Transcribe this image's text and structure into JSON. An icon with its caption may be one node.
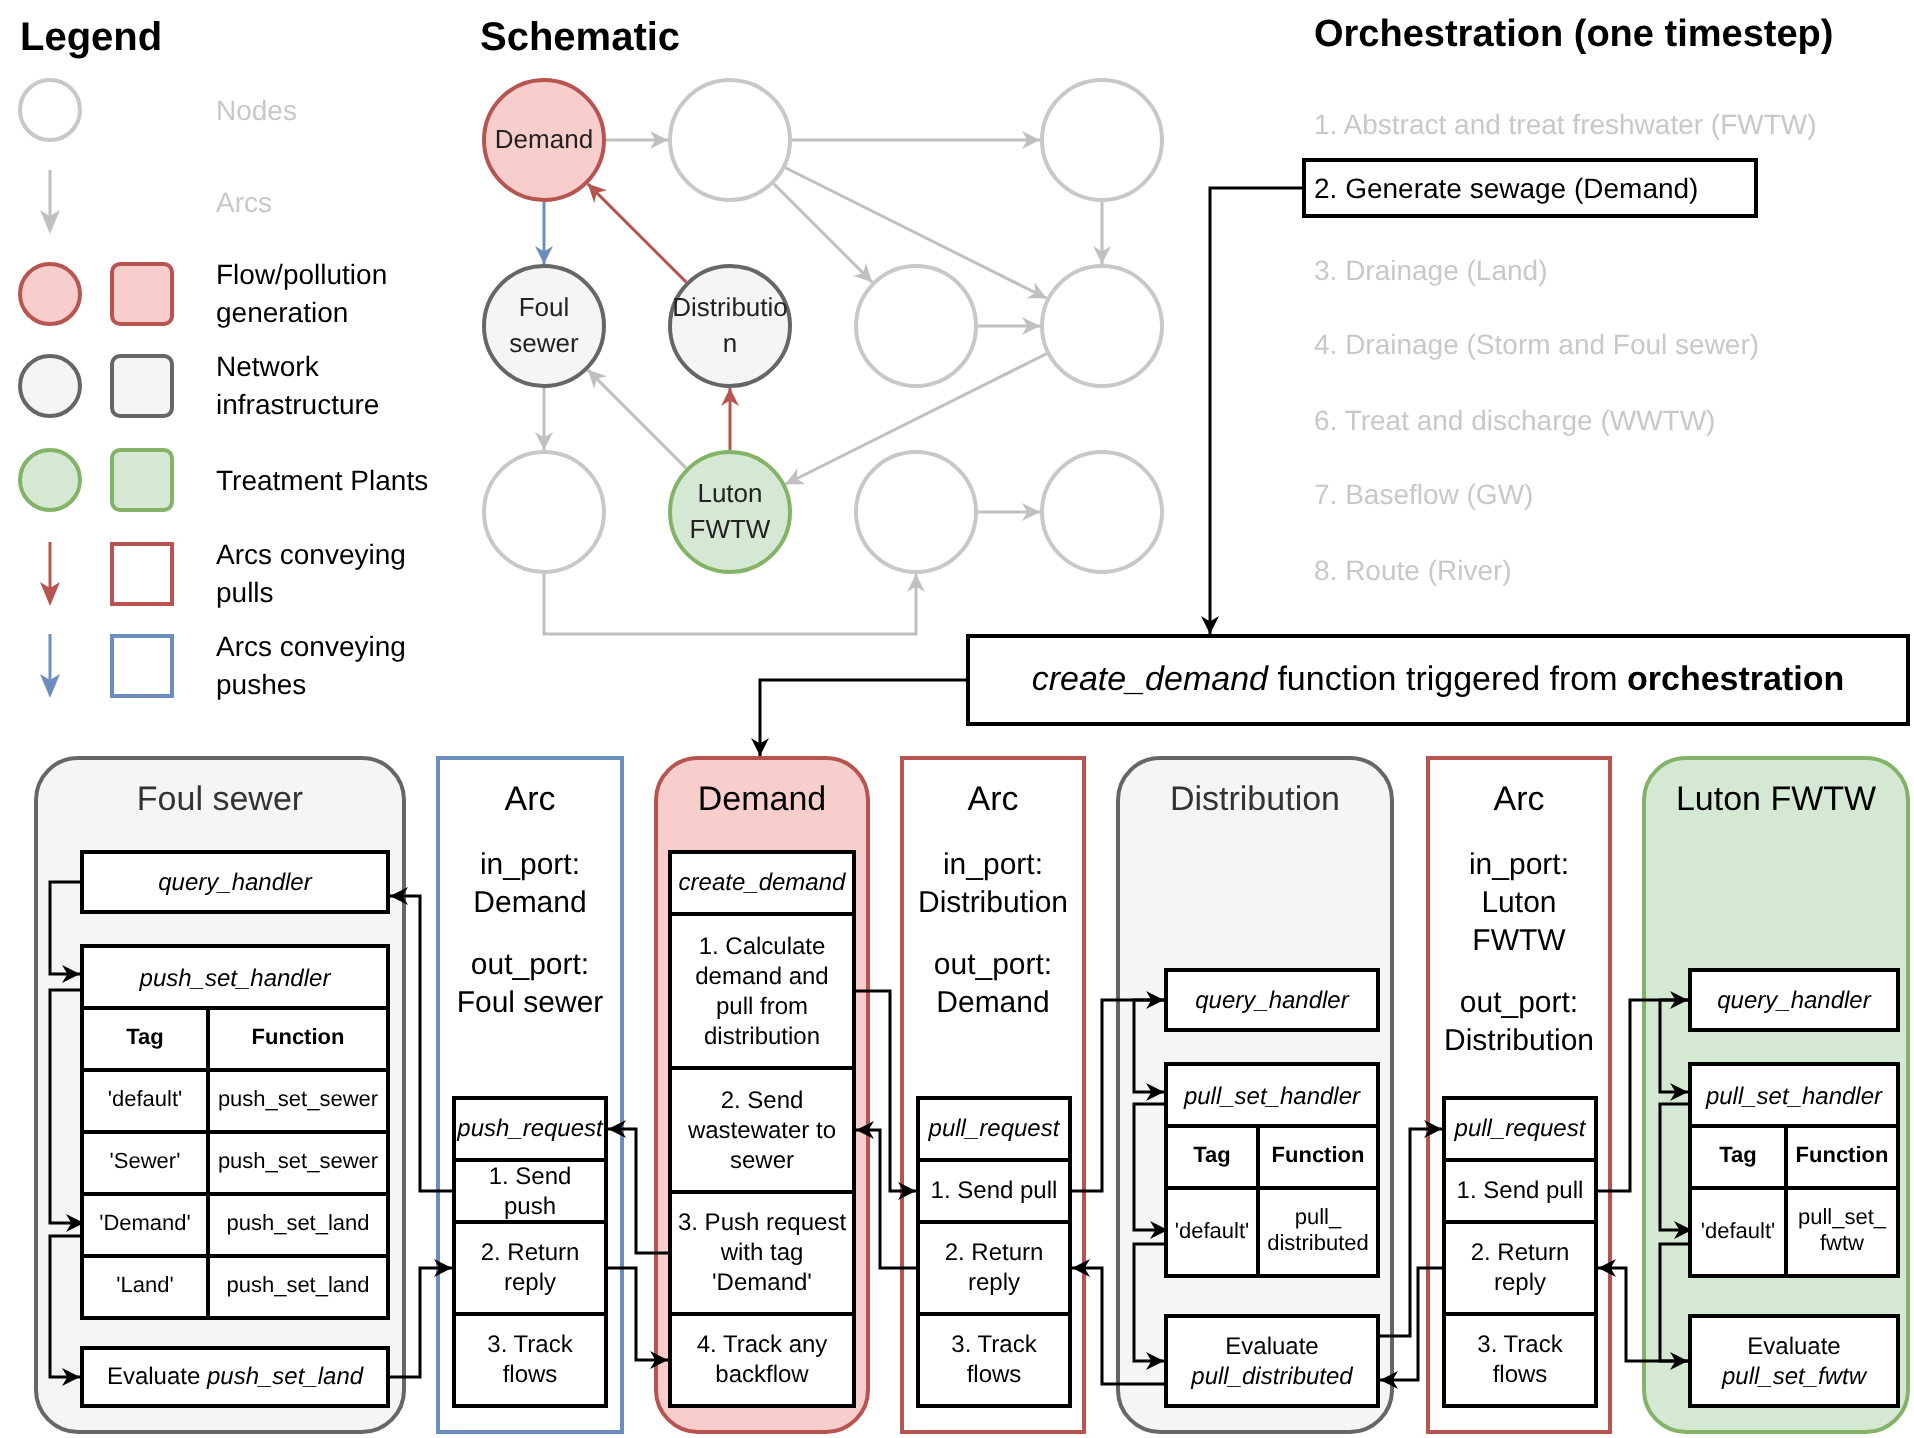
{
  "diagram": {
    "nodes": [
      {
        "text": [
          "Demand"
        ]
      },
      {
        "text": [],
        "shape": "circle"
      },
      {
        "text": [],
        "shape": "circle"
      },
      {
        "text": [
          "Foul sewer"
        ]
      },
      {
        "text": [
          "Distribution"
        ]
      },
      {
        "text": [],
        "shape": "circle"
      },
      {
        "text": [],
        "shape": "circle"
      },
      {
        "text": [],
        "shape": "circle"
      },
      {
        "text": [
          "Luton FWTW"
        ]
      },
      {
        "text": [],
        "shape": "circle"
      },
      {
        "text": [],
        "shape": "circle"
      },
      {
        "text": [
          "2. Generate sewage (Demand)"
        ]
      },
      {
        "text": [
          "*create_demand* function triggered from **orchestration**"
        ]
      },
      {
        "text": [
          "Foul sewer"
        ]
      },
      {
        "text": [
          "query_handler"
        ],
        "in": 13
      },
      {
        "text": [
          "push_set_handler"
        ],
        "in": 13
      },
      {
        "text": [
          "Tag",
          "Function"
        ],
        "in": 15
      },
      {
        "text": [
          "'default'",
          "push_set_sewer"
        ],
        "in": 15
      },
      {
        "text": [
          "'Sewer'",
          "push_set_sewer"
        ],
        "in": 15
      },
      {
        "text": [
          "'Demand'",
          "push_set_land"
        ],
        "in": 15
      },
      {
        "text": [
          "'Land'",
          "push_set_land"
        ],
        "in": 15
      },
      {
        "text": [
          "Evaluate *push_set_land*"
        ],
        "in": 13
      },
      {
        "text": [
          "Arc",
          "in_port: Demand",
          "out_port: Foul sewer"
        ]
      },
      {
        "text": [
          "push_request"
        ],
        "in": 22
      },
      {
        "text": [
          "1. Send push"
        ],
        "in": 22
      },
      {
        "text": [
          "2. Return reply"
        ],
        "in": 22
      },
      {
        "text": [
          "3. Track flows"
        ],
        "in": 22
      },
      {
        "text": [
          "Demand"
        ]
      },
      {
        "text": [
          "create_demand"
        ],
        "in": 27
      },
      {
        "text": [
          "1. Calculate demand and pull from distribution"
        ],
        "in": 27
      },
      {
        "text": [
          "2. Send wastewater to sewer"
        ],
        "in": 27
      },
      {
        "text": [
          "3. Push request with tag 'Demand'"
        ],
        "in": 27
      },
      {
        "text": [
          "4. Track any backflow"
        ],
        "in": 27
      },
      {
        "text": [
          "Arc",
          "in_port: Distribution",
          "out_port: Demand"
        ]
      },
      {
        "text": [
          "pull_request"
        ],
        "in": 33
      },
      {
        "text": [
          "1. Send pull"
        ],
        "in": 33
      },
      {
        "text": [
          "2. Return reply"
        ],
        "in": 33
      },
      {
        "text": [
          "3. Track flows"
        ],
        "in": 33
      },
      {
        "text": [
          "Distribution"
        ]
      },
      {
        "text": [
          "query_handler"
        ],
        "in": 38
      },
      {
        "text": [
          "pull_set_handler"
        ],
        "in": 38
      },
      {
        "text": [
          "Tag",
          "Function"
        ],
        "in": 40
      },
      {
        "text": [
          "'default'",
          "pull_ distributed"
        ],
        "in": 40
      },
      {
        "text": [
          "Evaluate *pull_distributed*"
        ],
        "in": 38
      },
      {
        "text": [
          "Arc",
          "in_port: Luton FWTW",
          "out_port: Distribution"
        ]
      },
      {
        "text": [
          "pull_request"
        ],
        "in": 44
      },
      {
        "text": [
          "1. Send pull"
        ],
        "in": 44
      },
      {
        "text": [
          "2. Return reply"
        ],
        "in": 44
      },
      {
        "text": [
          "3. Track flows"
        ],
        "in": 44
      },
      {
        "text": [
          "Luton FWTW"
        ]
      },
      {
        "text": [
          "query_handler"
        ],
        "in": 49
      },
      {
        "text": [
          "pull_set_handler"
        ],
        "in": 49
      },
      {
        "text": [
          "Tag",
          "Function"
        ],
        "in": 51
      },
      {
        "text": [
          "'default'",
          "pull_set_ fwtw"
        ],
        "in": 51
      },
      {
        "text": [
          "Evaluate *pull_set_fwtw*"
        ],
        "in": 49
      }
    ],
    "edges": [
      {
        "from": 0,
        "to": 1,
        "arrow": "to",
        "color": "#c0c0c0"
      },
      {
        "from": 1,
        "to": 2,
        "arrow": "to",
        "color": "#c0c0c0"
      },
      {
        "from": 1,
        "to": 5,
        "arrow": "to",
        "color": "#c0c0c0"
      },
      {
        "from": 1,
        "to": 6,
        "arrow": "to",
        "color": "#c0c0c0"
      },
      {
        "from": 2,
        "to": 6,
        "arrow": "to",
        "color": "#c0c0c0"
      },
      {
        "from": 5,
        "to": 6,
        "arrow": "to",
        "color": "#c0c0c0"
      },
      {
        "from": 6,
        "to": 8,
        "arrow": "to",
        "color": "#c0c0c0"
      },
      {
        "from": 8,
        "to": 3,
        "arrow": "to",
        "color": "#c0c0c0"
      },
      {
        "from": 3,
        "to": 7,
        "arrow": "to",
        "color": "#c0c0c0"
      },
      {
        "from": 7,
        "to": 9,
        "arrow": "to",
        "color": "#c0c0c0"
      },
      {
        "from": 9,
        "to": 10,
        "arrow": "to",
        "color": "#c0c0c0"
      },
      {
        "from": 4,
        "to": 0,
        "arrow": "to",
        "color": "#b85450"
      },
      {
        "from": 8,
        "to": 4,
        "arrow": "to",
        "color": "#b85450"
      },
      {
        "from": 0,
        "to": 3,
        "arrow": "to",
        "color": "#6c8ebf"
      },
      {
        "from": 11,
        "to": 12,
        "arrow": "to"
      },
      {
        "from": 12,
        "to": 27,
        "arrow": "to"
      },
      {
        "from": 14,
        "to": 15,
        "arrow": "to"
      },
      {
        "from": 15,
        "to": 19,
        "arrow": "to"
      },
      {
        "from": 19,
        "to": 21,
        "arrow": "to"
      },
      {
        "from": 21,
        "to": 25,
        "arrow": "to"
      },
      {
        "from": 24,
        "to": 14,
        "arrow": "to"
      },
      {
        "from": 31,
        "to": 23,
        "arrow": "to"
      },
      {
        "from": 25,
        "to": 32,
        "arrow": "to"
      },
      {
        "from": 29,
        "to": 35,
        "arrow": "to"
      },
      {
        "from": 36,
        "to": 30,
        "arrow": "to"
      },
      {
        "from": 35,
        "to": 39,
        "arrow": "to"
      },
      {
        "from": 39,
        "to": 40,
        "arrow": "to"
      },
      {
        "from": 40,
        "to": 42,
        "arrow": "to"
      },
      {
        "from": 42,
        "to": 43,
        "arrow": "to"
      },
      {
        "from": 43,
        "to": 36,
        "arrow": "to"
      },
      {
        "from": 43,
        "to": 45,
        "arrow": "to"
      },
      {
        "from": 47,
        "to": 43,
        "arrow": "to"
      },
      {
        "from": 46,
        "to": 50,
        "arrow": "to"
      },
      {
        "from": 50,
        "to": 51,
        "arrow": "to"
      },
      {
        "from": 51,
        "to": 53,
        "arrow": "to"
      },
      {
        "from": 53,
        "to": 54,
        "arrow": "to"
      },
      {
        "from": 54,
        "to": 47,
        "arrow": "to"
      }
    ],
    "labels": [
      "Legend",
      "Schematic",
      "Orchestration (one timestep)",
      "1. Abstract and treat freshwater (FWTW)",
      "3. Drainage (Land)",
      "4. Drainage (Storm and Foul sewer)",
      "6. Treat and discharge (WWTW)",
      "7. Baseflow (GW)",
      "8. Route (River)"
    ],
    "legend": [
      {
        "text": "Nodes"
      },
      {
        "text": "Arcs"
      },
      {
        "text": "Flow/pollution generation",
        "color": "#f8cecc"
      },
      {
        "text": "Network infrastructure",
        "color": "#f5f5f5"
      },
      {
        "text": "Treatment Plants",
        "color": "#d5e8d4"
      },
      {
        "text": "Arcs conveying pulls"
      },
      {
        "text": "Arcs conveying pushes"
      }
    ]
  }
}
